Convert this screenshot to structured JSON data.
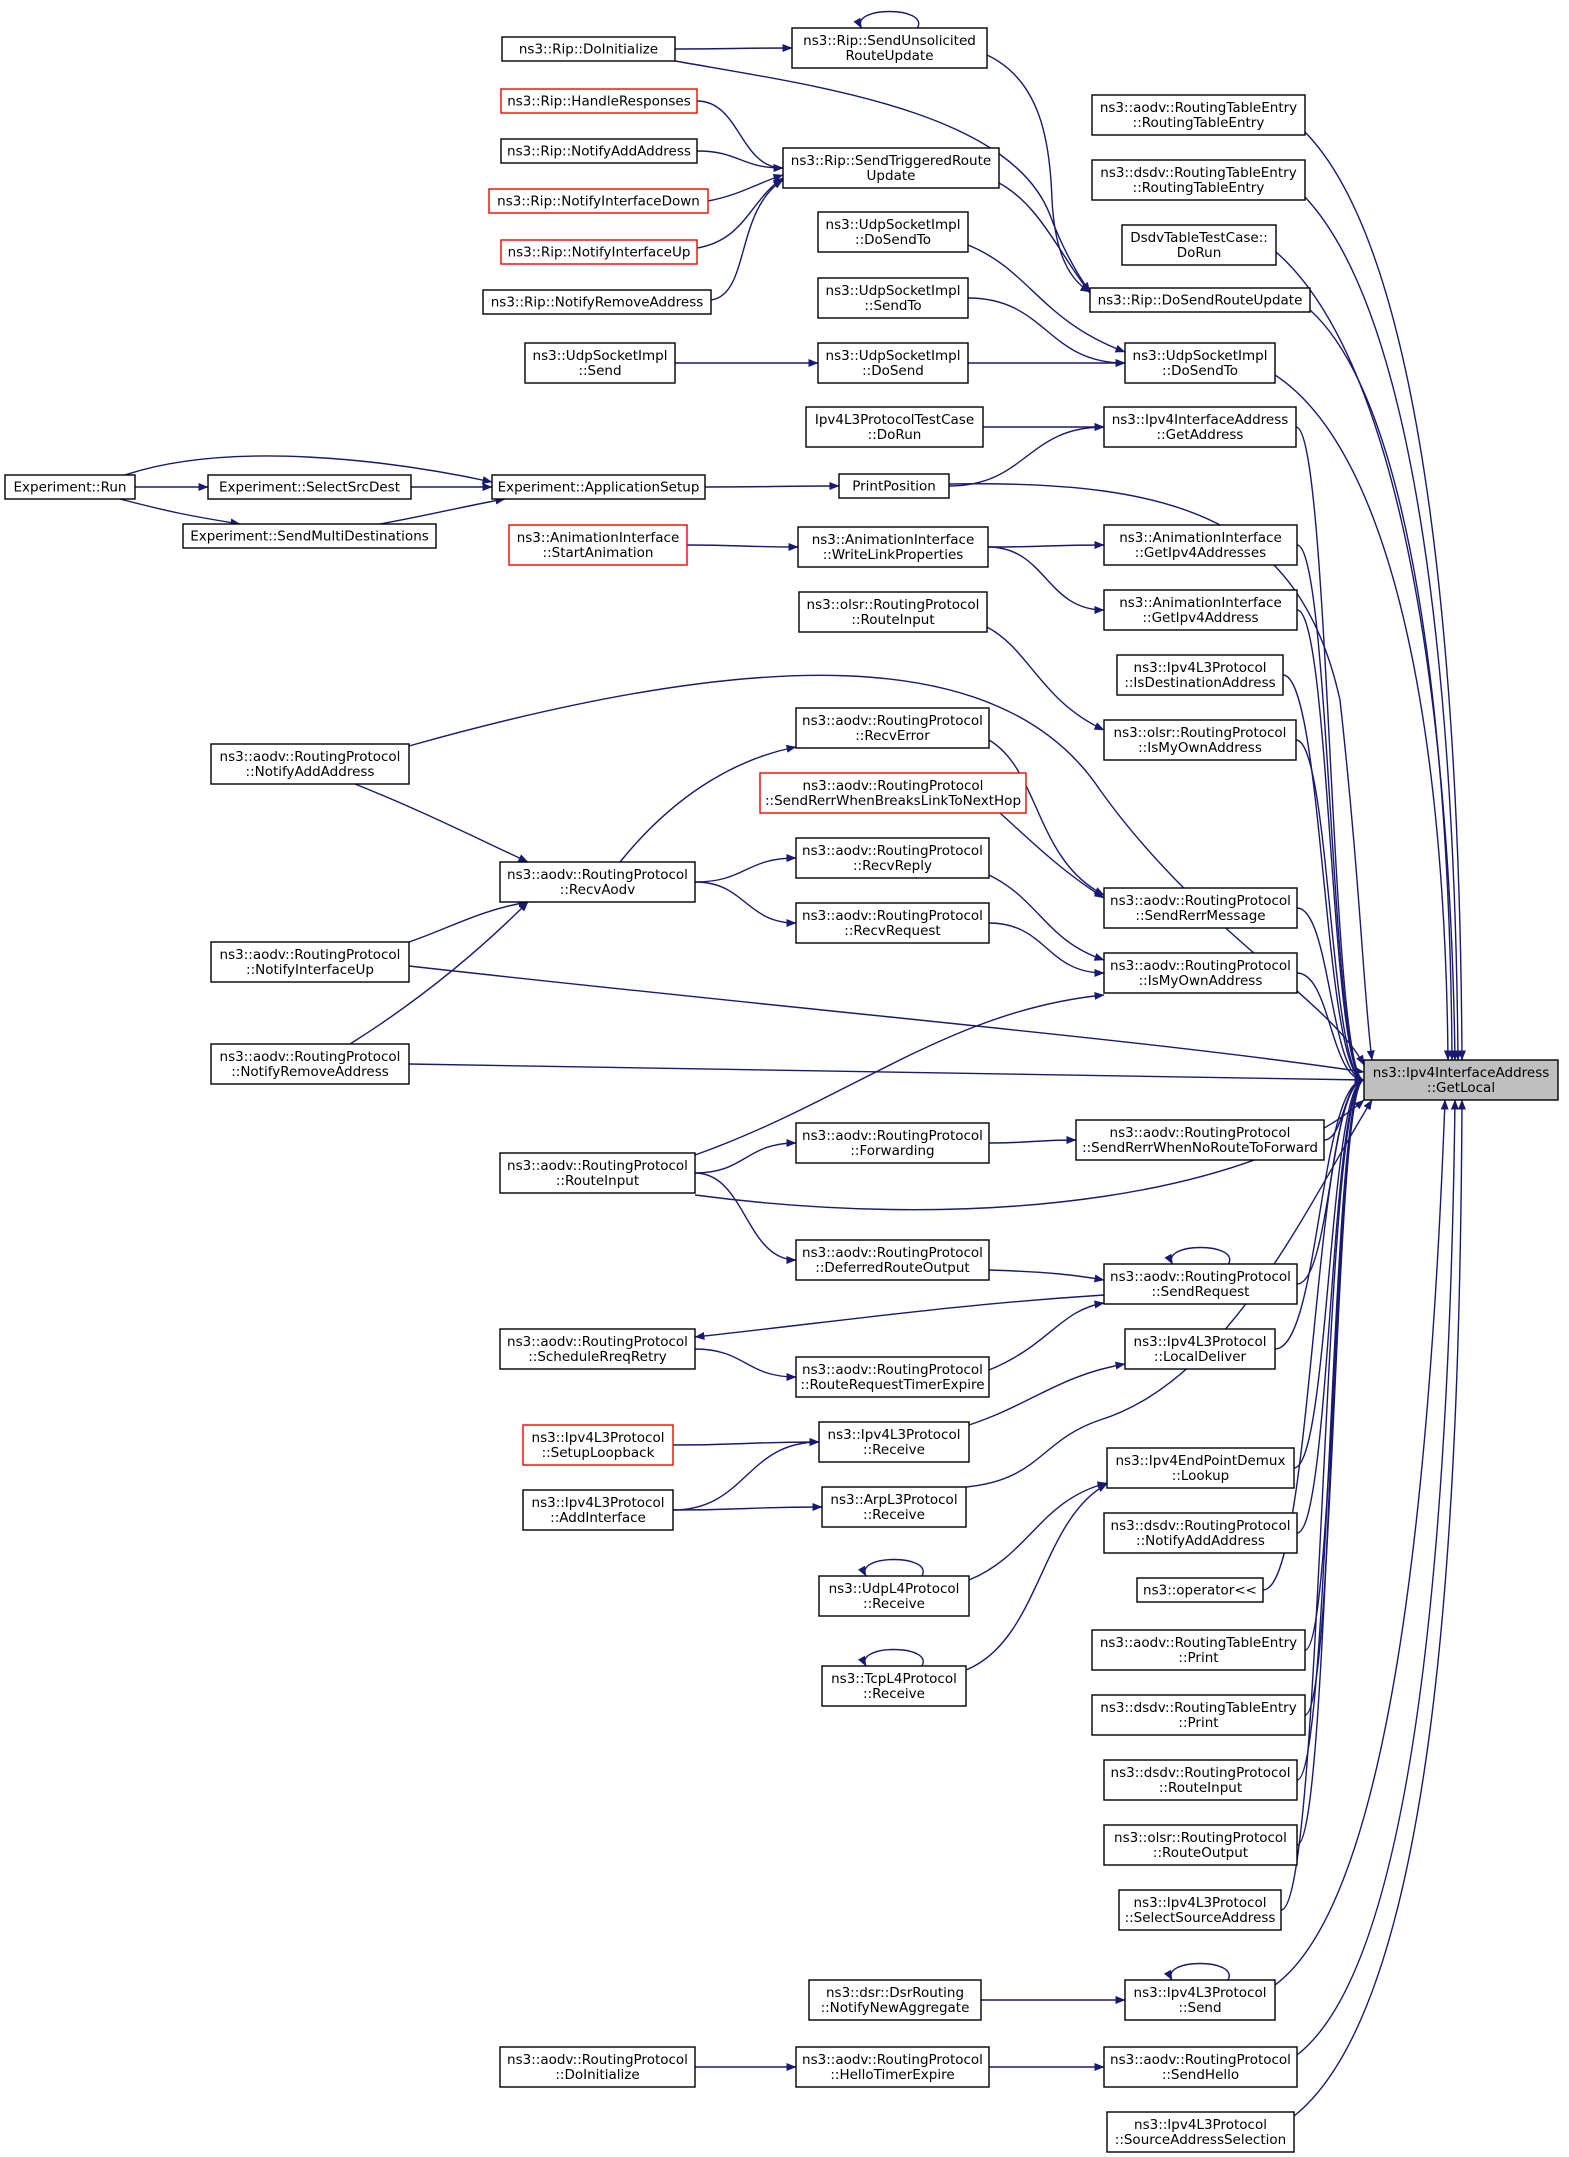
{
  "graph_title": "",
  "colors": {
    "edge": "#191970",
    "node_border": "#000000",
    "truncated_node_border": "#ff0000",
    "focus_fill": "#bfbfbf"
  },
  "focus_node": "ns3::Ipv4InterfaceAddress::GetLocal",
  "nodes": [
    {
      "id": "getlocal",
      "lines": [
        "ns3::Ipv4InterfaceAddress",
        "::GetLocal"
      ],
      "style": "focus"
    },
    {
      "id": "aodv_rte_ctor",
      "lines": [
        "ns3::aodv::RoutingTableEntry",
        "::RoutingTableEntry"
      ]
    },
    {
      "id": "dsdv_rte_ctor",
      "lines": [
        "ns3::dsdv::RoutingTableEntry",
        "::RoutingTableEntry"
      ]
    },
    {
      "id": "dsdv_test",
      "lines": [
        "DsdvTableTestCase::",
        "DoRun"
      ]
    },
    {
      "id": "rip_dosendroute",
      "lines": [
        "ns3::Rip::DoSendRouteUpdate"
      ]
    },
    {
      "id": "udp_dosendto_r",
      "lines": [
        "ns3::UdpSocketImpl",
        "::DoSendTo"
      ]
    },
    {
      "id": "ifaddr_getaddress",
      "lines": [
        "ns3::Ipv4InterfaceAddress",
        "::GetAddress"
      ]
    },
    {
      "id": "anim_getipv4addrs",
      "lines": [
        "ns3::AnimationInterface",
        "::GetIpv4Addresses"
      ]
    },
    {
      "id": "anim_getipv4addr",
      "lines": [
        "ns3::AnimationInterface",
        "::GetIpv4Address"
      ]
    },
    {
      "id": "ipv4l3_isdest",
      "lines": [
        "ns3::Ipv4L3Protocol",
        "::IsDestinationAddress"
      ]
    },
    {
      "id": "olsr_ismyown",
      "lines": [
        "ns3::olsr::RoutingProtocol",
        "::IsMyOwnAddress"
      ]
    },
    {
      "id": "aodv_sendrerr",
      "lines": [
        "ns3::aodv::RoutingProtocol",
        "::SendRerrMessage"
      ]
    },
    {
      "id": "aodv_ismyown",
      "lines": [
        "ns3::aodv::RoutingProtocol",
        "::IsMyOwnAddress"
      ]
    },
    {
      "id": "aodv_sendrerrnoroute",
      "lines": [
        "ns3::aodv::RoutingProtocol",
        "::SendRerrWhenNoRouteToForward"
      ]
    },
    {
      "id": "aodv_sendrequest",
      "lines": [
        "ns3::aodv::RoutingProtocol",
        "::SendRequest"
      ]
    },
    {
      "id": "ipv4l3_localdeliver",
      "lines": [
        "ns3::Ipv4L3Protocol",
        "::LocalDeliver"
      ]
    },
    {
      "id": "demux_lookup",
      "lines": [
        "ns3::Ipv4EndPointDemux",
        "::Lookup"
      ]
    },
    {
      "id": "dsdv_notifyadd",
      "lines": [
        "ns3::dsdv::RoutingProtocol",
        "::NotifyAddAddress"
      ]
    },
    {
      "id": "operator_lshift",
      "lines": [
        "ns3::operator<<"
      ]
    },
    {
      "id": "aodv_rte_print",
      "lines": [
        "ns3::aodv::RoutingTableEntry",
        "::Print"
      ]
    },
    {
      "id": "dsdv_rte_print",
      "lines": [
        "ns3::dsdv::RoutingTableEntry",
        "::Print"
      ]
    },
    {
      "id": "dsdv_routeinput",
      "lines": [
        "ns3::dsdv::RoutingProtocol",
        "::RouteInput"
      ]
    },
    {
      "id": "olsr_routeoutput",
      "lines": [
        "ns3::olsr::RoutingProtocol",
        "::RouteOutput"
      ]
    },
    {
      "id": "ipv4l3_selectsrc",
      "lines": [
        "ns3::Ipv4L3Protocol",
        "::SelectSourceAddress"
      ]
    },
    {
      "id": "ipv4l3_send",
      "lines": [
        "ns3::Ipv4L3Protocol",
        "::Send"
      ]
    },
    {
      "id": "aodv_sendhello",
      "lines": [
        "ns3::aodv::RoutingProtocol",
        "::SendHello"
      ]
    },
    {
      "id": "ipv4l3_srcaddrsel",
      "lines": [
        "ns3::Ipv4L3Protocol",
        "::SourceAddressSelection"
      ]
    },
    {
      "id": "rip_sendunsol",
      "lines": [
        "ns3::Rip::SendUnsolicited",
        "RouteUpdate"
      ]
    },
    {
      "id": "rip_sendtrig",
      "lines": [
        "ns3::Rip::SendTriggeredRoute",
        "Update"
      ]
    },
    {
      "id": "udp_dosendto_m",
      "lines": [
        "ns3::UdpSocketImpl",
        "::DoSendTo"
      ]
    },
    {
      "id": "udp_sendto",
      "lines": [
        "ns3::UdpSocketImpl",
        "::SendTo"
      ]
    },
    {
      "id": "udp_dosend",
      "lines": [
        "ns3::UdpSocketImpl",
        "::DoSend"
      ]
    },
    {
      "id": "ipv4l3_testcase",
      "lines": [
        "Ipv4L3ProtocolTestCase",
        "::DoRun"
      ]
    },
    {
      "id": "printposition",
      "lines": [
        "PrintPosition"
      ]
    },
    {
      "id": "anim_writelink",
      "lines": [
        "ns3::AnimationInterface",
        "::WriteLinkProperties"
      ]
    },
    {
      "id": "olsr_routeinput",
      "lines": [
        "ns3::olsr::RoutingProtocol",
        "::RouteInput"
      ]
    },
    {
      "id": "aodv_recverror",
      "lines": [
        "ns3::aodv::RoutingProtocol",
        "::RecvError"
      ]
    },
    {
      "id": "aodv_sendrerrbreaks",
      "lines": [
        "ns3::aodv::RoutingProtocol",
        "::SendRerrWhenBreaksLinkToNextHop"
      ],
      "style": "red"
    },
    {
      "id": "aodv_recvreply",
      "lines": [
        "ns3::aodv::RoutingProtocol",
        "::RecvReply"
      ]
    },
    {
      "id": "aodv_recvrequest",
      "lines": [
        "ns3::aodv::RoutingProtocol",
        "::RecvRequest"
      ]
    },
    {
      "id": "aodv_forwarding",
      "lines": [
        "ns3::aodv::RoutingProtocol",
        "::Forwarding"
      ]
    },
    {
      "id": "aodv_deferred",
      "lines": [
        "ns3::aodv::RoutingProtocol",
        "::DeferredRouteOutput"
      ]
    },
    {
      "id": "aodv_rreqtimer",
      "lines": [
        "ns3::aodv::RoutingProtocol",
        "::RouteRequestTimerExpire"
      ]
    },
    {
      "id": "ipv4l3_receive",
      "lines": [
        "ns3::Ipv4L3Protocol",
        "::Receive"
      ]
    },
    {
      "id": "arp_receive",
      "lines": [
        "ns3::ArpL3Protocol",
        "::Receive"
      ]
    },
    {
      "id": "udpl4_receive",
      "lines": [
        "ns3::UdpL4Protocol",
        "::Receive"
      ]
    },
    {
      "id": "tcpl4_receive",
      "lines": [
        "ns3::TcpL4Protocol",
        "::Receive"
      ]
    },
    {
      "id": "dsr_notifynew",
      "lines": [
        "ns3::dsr::DsrRouting",
        "::NotifyNewAggregate"
      ]
    },
    {
      "id": "aodv_hellotimer",
      "lines": [
        "ns3::aodv::RoutingProtocol",
        "::HelloTimerExpire"
      ]
    },
    {
      "id": "rip_doinit",
      "lines": [
        "ns3::Rip::DoInitialize"
      ]
    },
    {
      "id": "rip_handleresp",
      "lines": [
        "ns3::Rip::HandleResponses"
      ],
      "style": "red"
    },
    {
      "id": "rip_notifyadd",
      "lines": [
        "ns3::Rip::NotifyAddAddress"
      ]
    },
    {
      "id": "rip_notifydown",
      "lines": [
        "ns3::Rip::NotifyInterfaceDown"
      ],
      "style": "red"
    },
    {
      "id": "rip_notifyup",
      "lines": [
        "ns3::Rip::NotifyInterfaceUp"
      ],
      "style": "red"
    },
    {
      "id": "rip_notifyremove",
      "lines": [
        "ns3::Rip::NotifyRemoveAddress"
      ]
    },
    {
      "id": "udp_send",
      "lines": [
        "ns3::UdpSocketImpl",
        "::Send"
      ]
    },
    {
      "id": "exp_appsetup",
      "lines": [
        "Experiment::ApplicationSetup"
      ]
    },
    {
      "id": "anim_startanim",
      "lines": [
        "ns3::AnimationInterface",
        "::StartAnimation"
      ],
      "style": "red"
    },
    {
      "id": "aodv_notifyadd",
      "lines": [
        "ns3::aodv::RoutingProtocol",
        "::NotifyAddAddress"
      ]
    },
    {
      "id": "aodv_recvaodv",
      "lines": [
        "ns3::aodv::RoutingProtocol",
        "::RecvAodv"
      ]
    },
    {
      "id": "aodv_notifyup",
      "lines": [
        "ns3::aodv::RoutingProtocol",
        "::NotifyInterfaceUp"
      ]
    },
    {
      "id": "aodv_notifyremove",
      "lines": [
        "ns3::aodv::RoutingProtocol",
        "::NotifyRemoveAddress"
      ]
    },
    {
      "id": "aodv_routeinput",
      "lines": [
        "ns3::aodv::RoutingProtocol",
        "::RouteInput"
      ]
    },
    {
      "id": "aodv_schedrreq",
      "lines": [
        "ns3::aodv::RoutingProtocol",
        "::ScheduleRreqRetry"
      ]
    },
    {
      "id": "ipv4l3_setuploop",
      "lines": [
        "ns3::Ipv4L3Protocol",
        "::SetupLoopback"
      ],
      "style": "red"
    },
    {
      "id": "ipv4l3_addiface",
      "lines": [
        "ns3::Ipv4L3Protocol",
        "::AddInterface"
      ]
    },
    {
      "id": "aodv_doinit",
      "lines": [
        "ns3::aodv::RoutingProtocol",
        "::DoInitialize"
      ]
    },
    {
      "id": "exp_run",
      "lines": [
        "Experiment::Run"
      ]
    },
    {
      "id": "exp_selectsrc",
      "lines": [
        "Experiment::SelectSrcDest"
      ]
    },
    {
      "id": "exp_sendmulti",
      "lines": [
        "Experiment::SendMultiDestinations"
      ]
    }
  ],
  "edges": [
    [
      "aodv_rte_ctor",
      "getlocal"
    ],
    [
      "dsdv_rte_ctor",
      "getlocal"
    ],
    [
      "dsdv_test",
      "getlocal"
    ],
    [
      "rip_dosendroute",
      "getlocal"
    ],
    [
      "udp_dosendto_r",
      "getlocal"
    ],
    [
      "ifaddr_getaddress",
      "getlocal"
    ],
    [
      "printposition",
      "getlocal"
    ],
    [
      "anim_getipv4addrs",
      "getlocal"
    ],
    [
      "anim_getipv4addr",
      "getlocal"
    ],
    [
      "ipv4l3_isdest",
      "getlocal"
    ],
    [
      "olsr_ismyown",
      "getlocal"
    ],
    [
      "aodv_notifyadd",
      "getlocal"
    ],
    [
      "aodv_sendrerr",
      "getlocal"
    ],
    [
      "aodv_ismyown",
      "getlocal"
    ],
    [
      "aodv_notifyup",
      "getlocal"
    ],
    [
      "aodv_notifyremove",
      "getlocal"
    ],
    [
      "aodv_sendrerrnoroute",
      "getlocal"
    ],
    [
      "aodv_routeinput",
      "getlocal"
    ],
    [
      "aodv_sendrequest",
      "getlocal"
    ],
    [
      "ipv4l3_localdeliver",
      "getlocal"
    ],
    [
      "arp_receive",
      "getlocal"
    ],
    [
      "demux_lookup",
      "getlocal"
    ],
    [
      "dsdv_notifyadd",
      "getlocal"
    ],
    [
      "operator_lshift",
      "getlocal"
    ],
    [
      "aodv_rte_print",
      "getlocal"
    ],
    [
      "dsdv_rte_print",
      "getlocal"
    ],
    [
      "dsdv_routeinput",
      "getlocal"
    ],
    [
      "olsr_routeoutput",
      "getlocal"
    ],
    [
      "ipv4l3_selectsrc",
      "getlocal"
    ],
    [
      "ipv4l3_send",
      "getlocal"
    ],
    [
      "aodv_sendhello",
      "getlocal"
    ],
    [
      "ipv4l3_srcaddrsel",
      "getlocal"
    ],
    [
      "rip_sendunsol",
      "rip_dosendroute"
    ],
    [
      "rip_sendtrig",
      "rip_dosendroute"
    ],
    [
      "rip_doinit",
      "rip_dosendroute"
    ],
    [
      "udp_dosendto_m",
      "udp_dosendto_r"
    ],
    [
      "udp_sendto",
      "udp_dosendto_r"
    ],
    [
      "udp_dosend",
      "udp_dosendto_r"
    ],
    [
      "ipv4l3_testcase",
      "ifaddr_getaddress"
    ],
    [
      "printposition",
      "ifaddr_getaddress"
    ],
    [
      "anim_writelink",
      "anim_getipv4addrs"
    ],
    [
      "anim_writelink",
      "anim_getipv4addr"
    ],
    [
      "olsr_routeinput",
      "olsr_ismyown"
    ],
    [
      "aodv_recverror",
      "aodv_sendrerr"
    ],
    [
      "aodv_sendrerrbreaks",
      "aodv_sendrerr"
    ],
    [
      "aodv_recvreply",
      "aodv_ismyown"
    ],
    [
      "aodv_recvrequest",
      "aodv_ismyown"
    ],
    [
      "aodv_routeinput",
      "aodv_ismyown"
    ],
    [
      "aodv_forwarding",
      "aodv_sendrerrnoroute"
    ],
    [
      "aodv_deferred",
      "aodv_sendrequest"
    ],
    [
      "aodv_rreqtimer",
      "aodv_sendrequest"
    ],
    [
      "aodv_sendrequest",
      "aodv_sendrequest"
    ],
    [
      "aodv_sendrequest",
      "aodv_schedrreq"
    ],
    [
      "ipv4l3_receive",
      "ipv4l3_localdeliver"
    ],
    [
      "udpl4_receive",
      "demux_lookup"
    ],
    [
      "tcpl4_receive",
      "demux_lookup"
    ],
    [
      "dsr_notifynew",
      "ipv4l3_send"
    ],
    [
      "ipv4l3_send",
      "ipv4l3_send"
    ],
    [
      "aodv_hellotimer",
      "aodv_sendhello"
    ],
    [
      "rip_doinit",
      "rip_sendunsol"
    ],
    [
      "rip_sendunsol",
      "rip_sendunsol"
    ],
    [
      "rip_handleresp",
      "rip_sendtrig"
    ],
    [
      "rip_notifyadd",
      "rip_sendtrig"
    ],
    [
      "rip_notifydown",
      "rip_sendtrig"
    ],
    [
      "rip_notifyup",
      "rip_sendtrig"
    ],
    [
      "rip_notifyremove",
      "rip_sendtrig"
    ],
    [
      "udp_send",
      "udp_dosend"
    ],
    [
      "exp_appsetup",
      "printposition"
    ],
    [
      "anim_startanim",
      "anim_writelink"
    ],
    [
      "aodv_recvaodv",
      "aodv_recverror"
    ],
    [
      "aodv_recvaodv",
      "aodv_recvreply"
    ],
    [
      "aodv_recvaodv",
      "aodv_recvrequest"
    ],
    [
      "aodv_routeinput",
      "aodv_forwarding"
    ],
    [
      "aodv_routeinput",
      "aodv_deferred"
    ],
    [
      "aodv_schedrreq",
      "aodv_rreqtimer"
    ],
    [
      "ipv4l3_setuploop",
      "ipv4l3_receive"
    ],
    [
      "ipv4l3_addiface",
      "ipv4l3_receive"
    ],
    [
      "ipv4l3_addiface",
      "arp_receive"
    ],
    [
      "udpl4_receive",
      "udpl4_receive"
    ],
    [
      "tcpl4_receive",
      "tcpl4_receive"
    ],
    [
      "aodv_doinit",
      "aodv_hellotimer"
    ],
    [
      "aodv_notifyadd",
      "aodv_recvaodv"
    ],
    [
      "aodv_notifyup",
      "aodv_recvaodv"
    ],
    [
      "aodv_notifyremove",
      "aodv_recvaodv"
    ],
    [
      "exp_run",
      "exp_selectsrc"
    ],
    [
      "exp_run",
      "exp_sendmulti"
    ],
    [
      "exp_run",
      "exp_appsetup"
    ],
    [
      "exp_selectsrc",
      "exp_appsetup"
    ],
    [
      "exp_sendmulti",
      "exp_appsetup"
    ]
  ]
}
